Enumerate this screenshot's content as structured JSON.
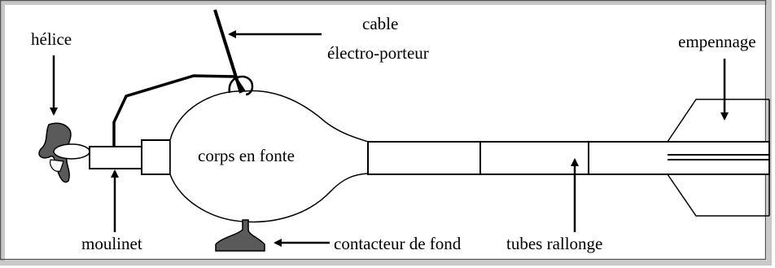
{
  "labels": {
    "helice": "hélice",
    "cable_line1": "cable",
    "cable_line2": "électro-porteur",
    "empennage": "empennage",
    "corps": "corps en fonte",
    "moulinet": "moulinet",
    "contacteur": "contacteur de fond",
    "tubes": "tubes rallonge"
  },
  "colors": {
    "stroke": "#000000",
    "fill_dark": "#5a5a5a",
    "border_shadow": "#8a8a8a"
  }
}
